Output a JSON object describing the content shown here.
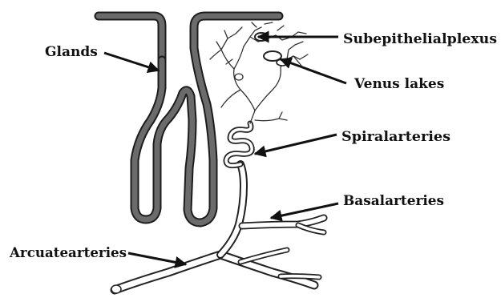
{
  "labels": {
    "glands": "Glands",
    "subepithelial_plexus": "Subepithelialplexus",
    "venus_lakes": "Venus lakes",
    "spiral_arteries": "Spiralarteries",
    "basal_arteries": "Basalarteries",
    "arcuate_arteries": "Arcuatearteries"
  },
  "colors": {
    "gland_fill": "#6b6b6b",
    "gland_outline": "#1c1c1c",
    "vessel_outline": "#222222",
    "background": "#ffffff"
  }
}
